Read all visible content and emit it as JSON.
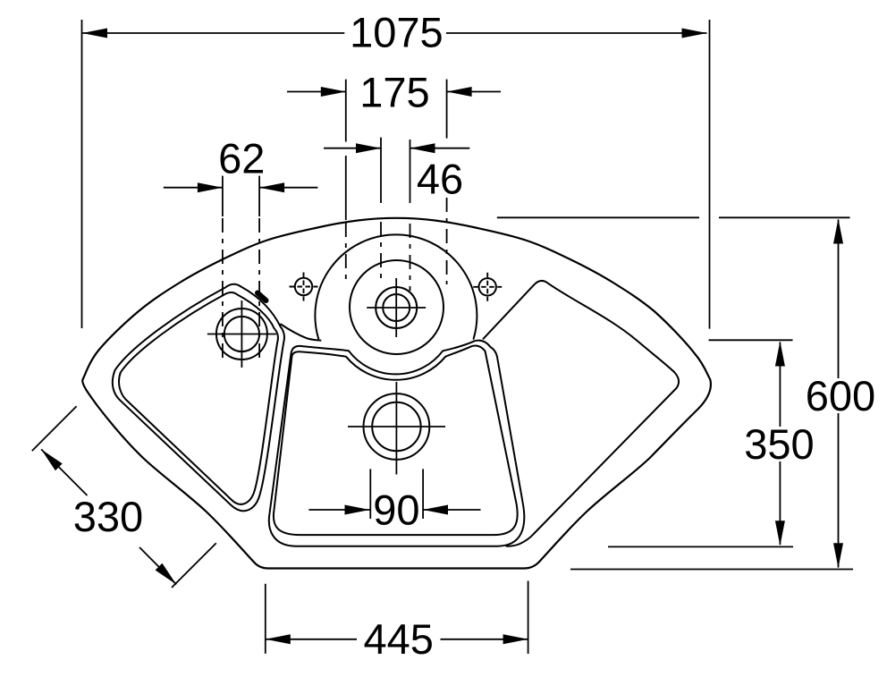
{
  "drawing": {
    "type": "technical dimension drawing",
    "subject": "corner kitchen sink - top view with installation dimensions",
    "background_color": "#ffffff",
    "line_color": "#000000",
    "units": "mm",
    "dimensions": {
      "overall_width": {
        "label": "1075",
        "orientation": "horizontal",
        "location": "top"
      },
      "faucet_deck_width": {
        "label": "175",
        "orientation": "horizontal",
        "location": "top center"
      },
      "faucet_hole_diameter": {
        "label": "46",
        "orientation": "horizontal",
        "location": "top center"
      },
      "small_bowl_drain_diameter": {
        "label": "62",
        "orientation": "horizontal",
        "location": "upper left"
      },
      "overall_depth": {
        "label": "600",
        "orientation": "vertical",
        "location": "right"
      },
      "bowl_depth": {
        "label": "350",
        "orientation": "vertical",
        "location": "right"
      },
      "side_edge_length": {
        "label": "330",
        "orientation": "diagonal",
        "location": "lower left"
      },
      "main_drain_diameter": {
        "label": "90",
        "orientation": "horizontal",
        "location": "center bowl"
      },
      "front_edge_width": {
        "label": "445",
        "orientation": "horizontal",
        "location": "bottom"
      }
    },
    "parts": [
      "sink outer rim",
      "left small bowl with drain",
      "center main bowl with drain",
      "right drainboard",
      "faucet platform with faucet hole",
      "left tap hole mark",
      "right tap hole mark"
    ]
  }
}
